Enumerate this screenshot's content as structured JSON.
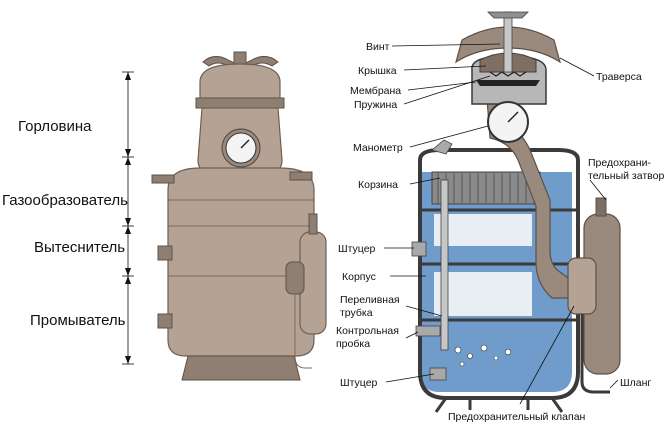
{
  "zones": {
    "neck": "Горловина",
    "gas_generator": "Газообразователь",
    "displacer": "Вытеснитель",
    "washer": "Промыватель"
  },
  "parts": {
    "screw": "Винт",
    "lid": "Крышка",
    "membrane": "Мембрана",
    "spring": "Пружина",
    "manometer": "Манометр",
    "basket": "Корзина",
    "fitting_top": "Штуцер",
    "body": "Корпус",
    "overflow_tube_1": "Переливная",
    "overflow_tube_2": "трубка",
    "control_plug_1": "Контрольная",
    "control_plug_2": "пробка",
    "fitting_bottom": "Штуцер",
    "crossbar": "Траверса",
    "safety_shutter_1": "Предохрани-",
    "safety_shutter_2": "тельный затвор",
    "hose": "Шланг",
    "safety_valve": "Предохранительный клапан"
  }
}
